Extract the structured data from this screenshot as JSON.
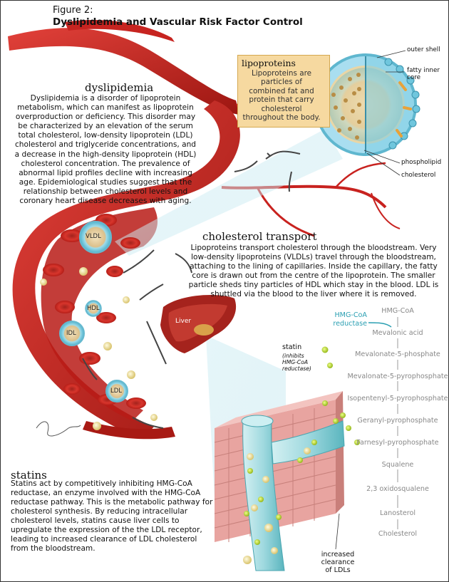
{
  "figure": {
    "label": "Figure 2:",
    "title": "Dyslipidemia and Vascular Risk Factor Control"
  },
  "dyslipidemia": {
    "heading": "dyslipidemia",
    "text": "Dyslipidemia is a disorder of lipoprotein metabolism, which can manifest as lipoprotein overproduction or deficiency. This disorder may be characterized by an elevation of the serum total cholesterol, low-density lipoprotein (LDL) cholesterol and triglyceride concentrations, and a decrease in the high-density lipoprotein (HDL) cholesterol concentration. The prevalence of abnormal lipid profiles decline with increasing age. Epidemiological studies suggest that the relationship between cholesterol levels and coronary heart disease decreases with aging."
  },
  "lipoproteins": {
    "heading": "lipoproteins",
    "text": "Lipoproteins are particles of combined fat and protein that carry cholesterol throughout the body.",
    "labels": {
      "outer_shell": "outer shell",
      "fatty_core": "fatty inner core",
      "phospholipid": "phospholipid",
      "cholesterol": "cholesterol"
    }
  },
  "cholesterol_transport": {
    "heading": "cholesterol transport",
    "text": "Lipoproteins transport cholesterol through the bloodstream. Very low-density lipoproteins (VLDLs) travel through the bloodstream, attaching to the lining of capillaries. Inside the capillary, the fatty core is drawn out from the centre of the lipoprotein. The smaller particle sheds tiny particles of HDL which stay in the blood. LDL is shuttled via the blood to the liver where it is removed."
  },
  "particles": {
    "vldl": "VLDL",
    "hdl": "HDL",
    "idl": "IDL",
    "ldl": "LDL",
    "liver": "Liver"
  },
  "statin": {
    "label": "statin",
    "sublabel": "(inhibits HMG-CoA reductase)",
    "reductase": "HMG-CoA reductase"
  },
  "pathway": [
    "HMG-CoA",
    "Mevalonic acid",
    "Mevalonate-5-phosphate",
    "Mevalonate-5-pyrophosphate",
    "Isopentenyl-5-pyrophosphate",
    "Geranyl-pyrophosphate",
    "Farnesyl-pyrophosphate",
    "Squalene",
    "2,3 oxidosqualene",
    "Lanosterol",
    "Cholesterol"
  ],
  "statins": {
    "heading": "statins",
    "text": "Statins act by competitively inhibiting HMG-CoA reductase, an enzyme involved with the HMG-CoA reductase pathway. This is the metabolic pathway for cholesterol synthesis. By reducing intracellular cholesterol levels, statins cause liver cells to upregulate the expression of the the LDL receptor, leading to increased clearance of LDL cholesterol from the bloodstream."
  },
  "clearance_label": "increased clearance of LDLs",
  "colors": {
    "artery": "#c8221f",
    "artery_dark": "#8e1410",
    "lipo_blue": "#8fd3e4",
    "core_tan": "#e7c98e",
    "pathway_teal": "#2a9fb2",
    "tissue_pink": "#e8a4a0"
  }
}
